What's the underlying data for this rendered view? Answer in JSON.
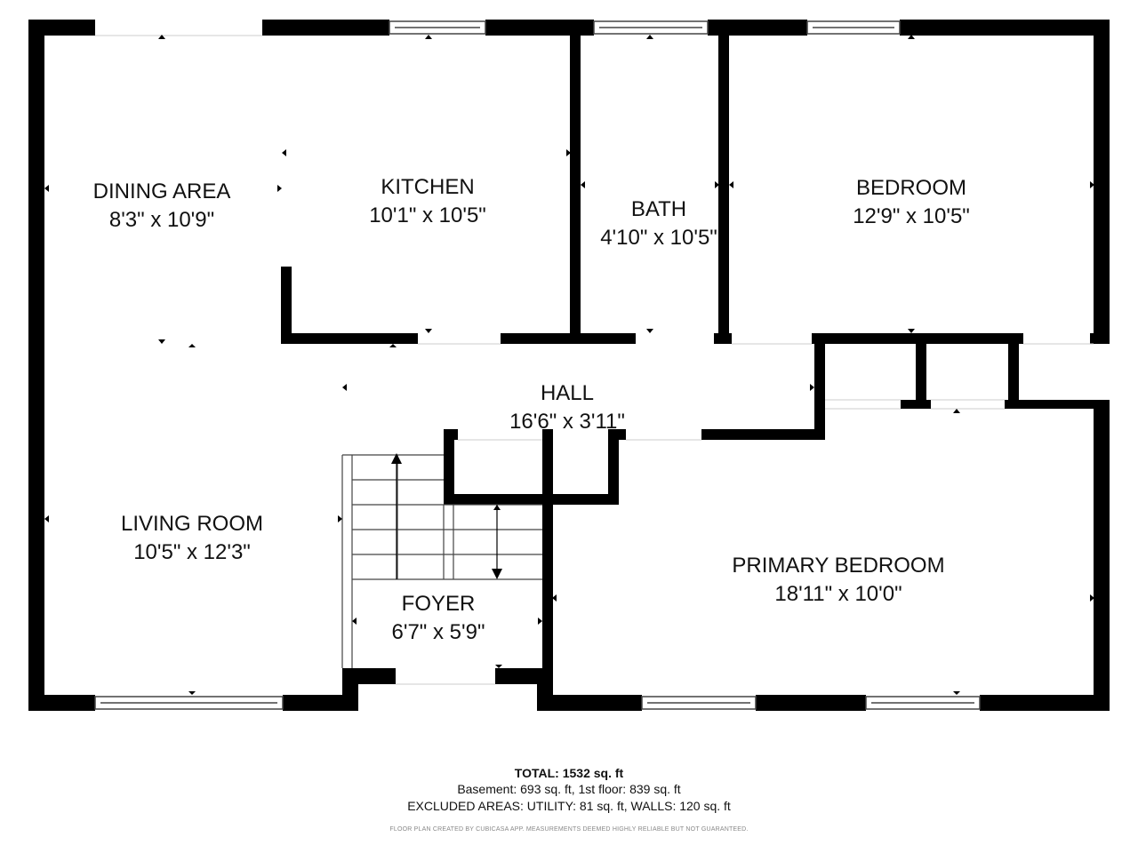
{
  "rooms": [
    {
      "id": "dining",
      "name": "DINING AREA",
      "size": "8'3\" x 10'9\""
    },
    {
      "id": "kitchen",
      "name": "KITCHEN",
      "size": "10'1\" x 10'5\""
    },
    {
      "id": "bath",
      "name": "BATH",
      "size": "4'10\" x 10'5\""
    },
    {
      "id": "bedroom",
      "name": "BEDROOM",
      "size": "12'9\" x 10'5\""
    },
    {
      "id": "hall",
      "name": "HALL",
      "size": "16'6\" x 3'11\""
    },
    {
      "id": "living",
      "name": "LIVING ROOM",
      "size": "10'5\" x 12'3\""
    },
    {
      "id": "primary",
      "name": "PRIMARY BEDROOM",
      "size": "18'11\" x 10'0\""
    },
    {
      "id": "foyer",
      "name": "FOYER",
      "size": "6'7\" x 5'9\""
    }
  ],
  "footer": {
    "total": "TOTAL: 1532 sq. ft",
    "floors": "Basement: 693 sq. ft, 1st floor: 839 sq. ft",
    "excluded": "EXCLUDED AREAS: UTILITY: 81 sq. ft, WALLS: 120 sq. ft",
    "credit": "FLOOR PLAN CREATED BY CUBICASA APP. MEASUREMENTS DEEMED HIGHLY RELIABLE BUT NOT GUARANTEED."
  },
  "colors": {
    "wall": "#000000",
    "background": "#ffffff",
    "window": "#888888"
  }
}
